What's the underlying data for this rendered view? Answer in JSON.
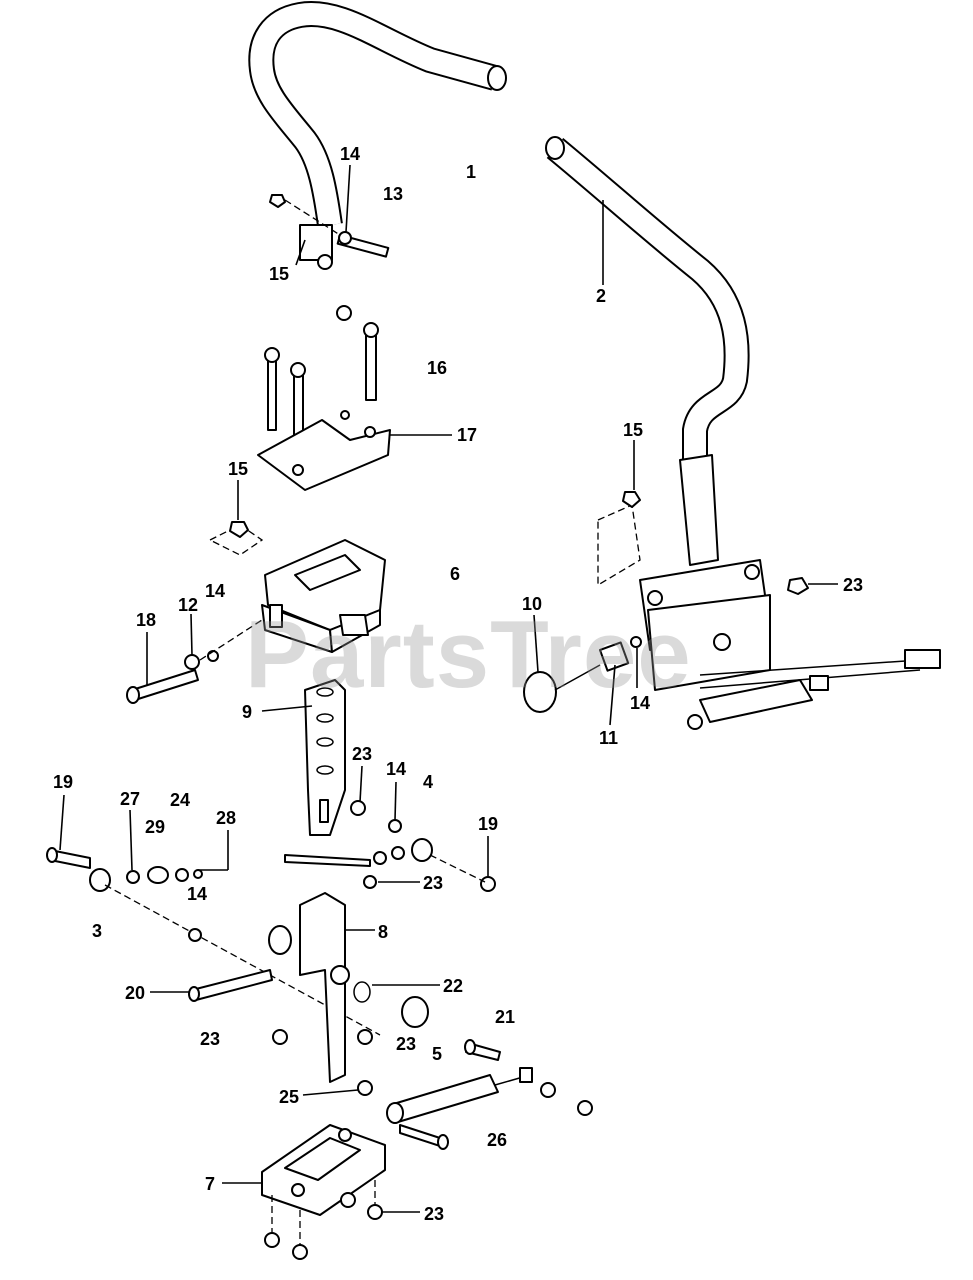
{
  "watermark": "PartsTree",
  "callouts": [
    "1",
    "2",
    "3",
    "4",
    "5",
    "6",
    "7",
    "8",
    "9",
    "10",
    "11",
    "12",
    "13",
    "14",
    "15",
    "16",
    "17",
    "18",
    "19",
    "20",
    "21",
    "22",
    "23",
    "24",
    "25",
    "26",
    "27",
    "28",
    "29"
  ]
}
